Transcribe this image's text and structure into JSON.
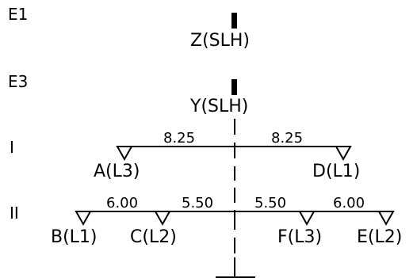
{
  "diagram": {
    "levels": {
      "e1": "E1",
      "e3": "E3",
      "l1": "I",
      "l2": "II"
    },
    "nodes": {
      "z": "Z(SLH)",
      "y": "Y(SLH)",
      "a": "A(L3)",
      "d": "D(L1)",
      "b": "B(L1)",
      "c": "C(L2)",
      "f": "F(L3)",
      "e": "E(L2)"
    },
    "dimensions": {
      "level1_left": "8.25",
      "level1_right": "8.25",
      "level2_outer_left": "6.00",
      "level2_inner_left": "5.50",
      "level2_inner_right": "5.50",
      "level2_outer_right": "6.00"
    },
    "colors": {
      "line": "#000000",
      "background": "#ffffff"
    }
  }
}
